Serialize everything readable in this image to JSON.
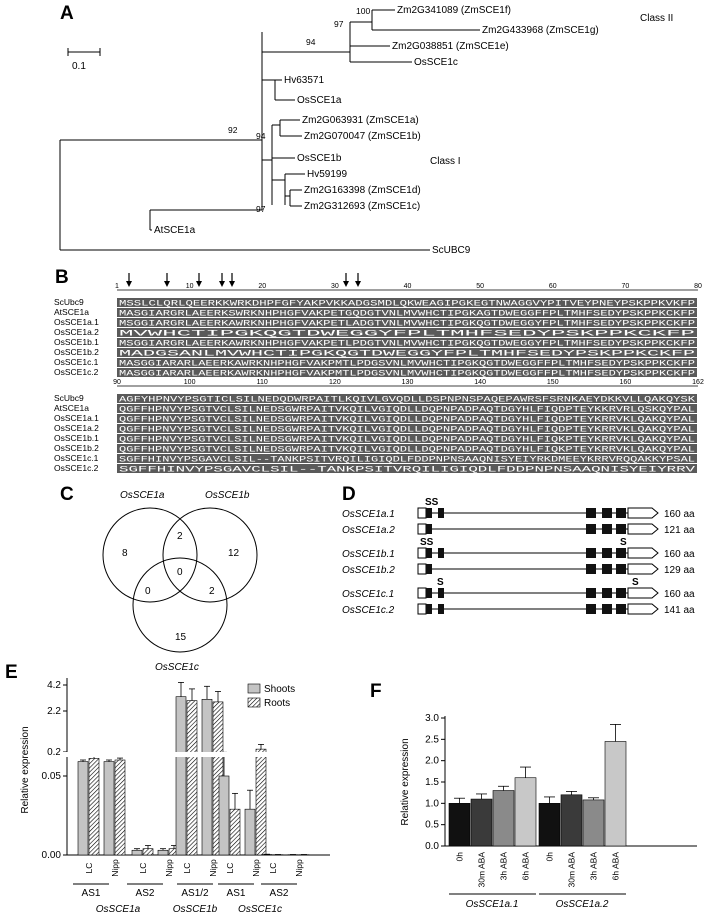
{
  "panels": {
    "A": "A",
    "B": "B",
    "C": "C",
    "D": "D",
    "E": "E",
    "F": "F"
  },
  "tree": {
    "scale_label": "0.1",
    "class_labels": [
      "Class II",
      "Class I"
    ],
    "leaves": [
      "Zm2G341089 (ZmSCE1f)",
      "Zm2G433968 (ZmSCE1g)",
      "Zm2G038851 (ZmSCE1e)",
      "OsSCE1c",
      "Hv63571",
      "OsSCE1a",
      "Zm2G063931 (ZmSCE1a)",
      "Zm2G070047 (ZmSCE1b)",
      "OsSCE1b",
      "Hv59199",
      "Zm2G163398 (ZmSCE1d)",
      "Zm2G312693 (ZmSCE1c)",
      "AtSCE1a",
      "ScUBC9"
    ],
    "bootstrap": [
      "100",
      "97",
      "94",
      "92",
      "94",
      "97"
    ]
  },
  "alignment": {
    "block1_ruler": [
      "1",
      "10",
      "20",
      "30",
      "40",
      "50",
      "60",
      "70",
      "80"
    ],
    "block2_ruler": [
      "90",
      "100",
      "110",
      "120",
      "130",
      "140",
      "150",
      "160",
      "162"
    ],
    "names": [
      "ScUbc9",
      "AtSCE1a",
      "OsSCE1a.1",
      "OsSCE1a.2",
      "OsSCE1b.1",
      "OsSCE1b.2",
      "OsSCE1c.1",
      "OsSCE1c.2"
    ],
    "block1_seqs": [
      "MSSLCLQRLQEERKKWRKDHPFGFYAKPVKKADGSMDLQKWEAGIPGKEGTNWAGGVYPITVEYPNEYPSKPPKVKFP",
      "MASGIARGRLAEERKSWRKNHPHGFVAKPETGQDGTVNLMVWHCTIPGKAGTDWEGGFFPLTMHFSEDYPSKPPKCKFP",
      "MSGGIARGRLAEERKAWRKNHPHGFVAKPETLADGTVNLMVWHCTIPGKQGTDWEGGYFPLTMHFSEDYPSKPPKCKFP",
      "                                        MVWHCTIPGKQGTDWEGGYFPLTMHFSEDYPSKPPKCKFP",
      "MSGGIARGRLAEERKAWRKNHPHGFVAKPETLPDGTVNLMVWHCTIPGKQGTDWEGGYFPLTMHFSEDYPSKPPKCKFP",
      "                             MADGSANLMVWHCTIPGKQGTDWEGGYFPLTMHFSEDYPSKPPKCKFP",
      "MASGGIARARLAEERKAWRKNHPHGFVAKPMTLPDGSVNLMVWHCTIPGKQGTDWEGGFFPLTMHFSEDYPSKPPKCKFP",
      "MASGGIARARLAEERKAWRKNHPHGFVAKPMTLPDGSVNLMVWHCTIPGKQGTDWEGGFFPLTMHFSEDYPSKPPKCKFP"
    ],
    "block2_seqs": [
      "AGFYHPNVYPSGTICLSILNEDQDWRPAITLKQIVLGVQDLLDSPNPNSPAQEPAWRSFSRNKAEYDKKVLLQAKQYSK",
      "QGFFHPNVYPSGTVCLSILNEDSGWRPAITVKQILVGIQDLLDQPNPADPAQTDGYHLFIQDPTEYKKRVRLQSKQYPAL",
      "QGFFHPNVYPSGTVCLSILNEDSGWRPAITVKQILVGIQDLLDQPNPADPAQTDGYHLFIQDPTEYKRRVKLQAKQYPAL",
      "QGFFHPNVYPSGTVCLSILNEDSGWRPAITVKQILVGIQDLLDQPNPADPAQTDGYHLFIQDPTEYKRRVKLQAKQYPAL",
      "QGFFHPNVYPSGTVCLSILNEDSGWRPAITVKQILVGIQDLLDQPNPADPAQTDGYHLFIQKPTEYKRRVKLQAKQYPAL",
      "QGFFHPNVYPSGTVCLSILNEDSGWRPAITVKQILVGIQDLLDQPNPADPAQTDGYHLFIQKPTEYKRRVKLQAKQYPAL",
      "SGFFHINVYPSGAVCLSIL--TANKPSITVRQILIGIQDLFDDPNPNSAAQNISYEIYRKDMEEYKRRVRQQAKKYPSAL",
      "SGFFHINVYPSGAVCLSIL--TANKPSITVRQILIGIQDLFDDPNPNSAAQNISYEIYRRV                    "
    ]
  },
  "venn": {
    "labels": [
      "OsSCE1a",
      "OsSCE1b",
      "OsSCE1c"
    ],
    "counts": [
      "8",
      "12",
      "15",
      "2",
      "0",
      "2",
      "0"
    ]
  },
  "gene_models": {
    "labels": [
      "OsSCE1a.1",
      "OsSCE1a.2",
      "OsSCE1b.1",
      "OsSCE1b.2",
      "OsSCE1c.1",
      "OsSCE1c.2"
    ],
    "lengths": [
      "160 aa",
      "121 aa",
      "160 aa",
      "129 aa",
      "160 aa",
      "141 aa"
    ],
    "s_marker": "S",
    "ss_marker": "SS"
  },
  "chart_data": [
    {
      "type": "bar",
      "panel": "E",
      "ylabel": "Relative expression",
      "yticks_upper": [
        "4.2",
        "2.2",
        "0.2"
      ],
      "yticks_lower": [
        "0.05",
        "0.00"
      ],
      "legend": [
        "Shoots",
        "Roots"
      ],
      "categories": [
        "LC",
        "Nipp",
        "LC",
        "Nipp",
        "LC",
        "Nipp",
        "LC",
        "Nipp",
        "LC",
        "Nipp"
      ],
      "groups": [
        "AS1",
        "AS2",
        "AS1/2",
        "AS1",
        "AS2"
      ],
      "genes": [
        "OsSCE1a",
        "OsSCE1b",
        "OsSCE1c"
      ],
      "series": [
        {
          "name": "Shoots",
          "values": [
            0.14,
            0.14,
            0.003,
            0.003,
            3.3,
            3.1,
            0.05,
            0.029,
            0.0003,
            0.0002
          ],
          "errors": [
            0.01,
            0.01,
            0.001,
            0.001,
            1.1,
            1.0,
            0.015,
            0.012,
            0.0002,
            0.0001
          ]
        },
        {
          "name": "Roots",
          "values": [
            0.16,
            0.15,
            0.004,
            0.004,
            3.0,
            2.9,
            0.029,
            0.067,
            0.0002,
            0.0002
          ],
          "errors": [
            0.012,
            0.012,
            0.002,
            0.002,
            0.9,
            0.8,
            0.01,
            0.003,
            0.0001,
            0.0001
          ]
        }
      ]
    },
    {
      "type": "bar",
      "panel": "F",
      "ylabel": "Relative expression",
      "ylim": [
        0,
        3.0
      ],
      "yticks": [
        "0.0",
        "0.5",
        "1.0",
        "1.5",
        "2.0",
        "2.5",
        "3.0"
      ],
      "categories": [
        "0h",
        "30m ABA",
        "3h ABA",
        "6h ABA"
      ],
      "groups": [
        "OsSCE1a.1",
        "OsSCE1a.2"
      ],
      "colors": [
        "#111111",
        "#3a3a3a",
        "#8a8a8a",
        "#c8c8c8"
      ],
      "series": [
        {
          "name": "OsSCE1a.1",
          "values": [
            1.0,
            1.1,
            1.3,
            1.6
          ],
          "errors": [
            0.12,
            0.12,
            0.1,
            0.25
          ]
        },
        {
          "name": "OsSCE1a.2",
          "values": [
            1.0,
            1.2,
            1.08,
            2.45
          ],
          "errors": [
            0.15,
            0.08,
            0.05,
            0.4
          ]
        }
      ]
    }
  ]
}
